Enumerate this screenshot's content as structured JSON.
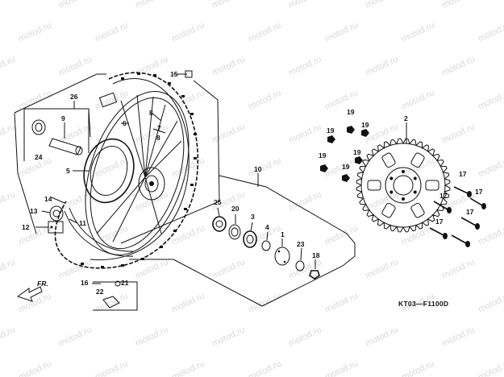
{
  "watermark": "motod.ru",
  "diagram_code": "KT03—F1100D",
  "direction_label": "FR.",
  "callouts": [
    "1",
    "2",
    "3",
    "4",
    "5",
    "6",
    "7",
    "8",
    "8",
    "9",
    "10",
    "11",
    "12",
    "13",
    "14",
    "15",
    "16",
    "17",
    "17",
    "17",
    "17",
    "17",
    "18",
    "19",
    "19",
    "19",
    "19",
    "19",
    "19",
    "20",
    "21",
    "22",
    "23",
    "24",
    "25",
    "26"
  ]
}
